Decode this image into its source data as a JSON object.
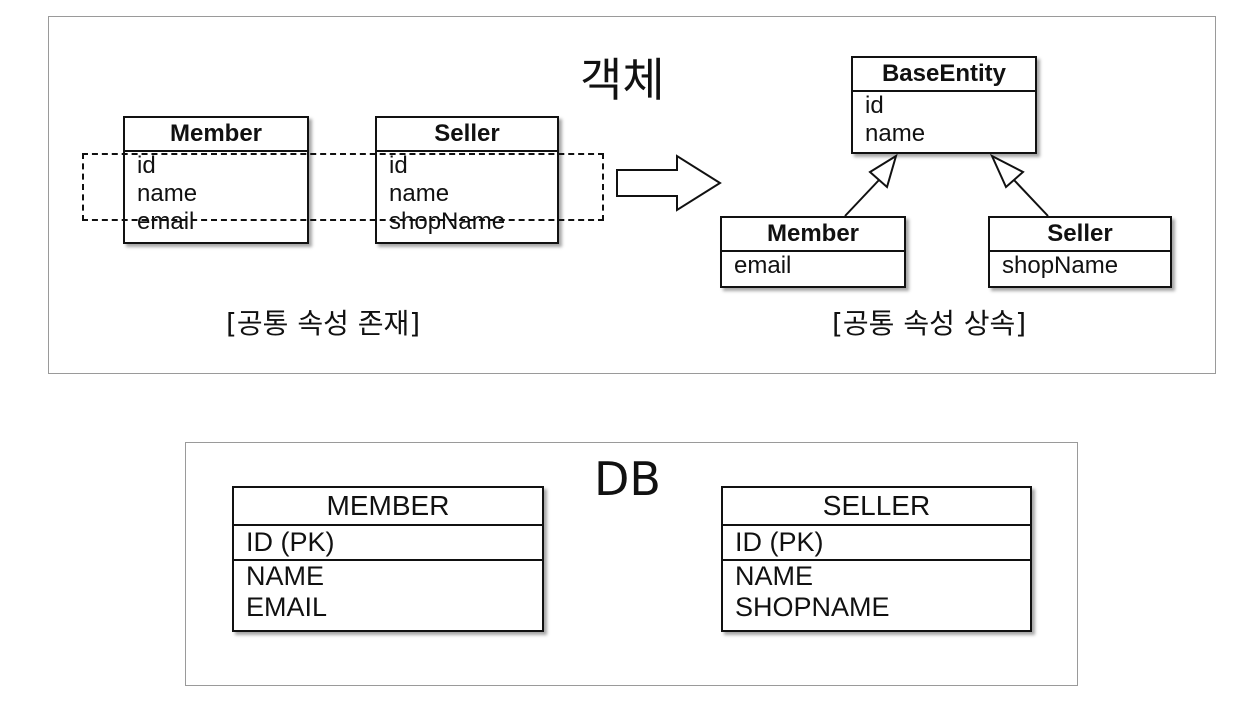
{
  "object_panel": {
    "title": "객체",
    "left": {
      "member": {
        "name": "Member",
        "fields": [
          "id",
          "name",
          "email"
        ]
      },
      "seller": {
        "name": "Seller",
        "fields": [
          "id",
          "name",
          "shopName"
        ]
      },
      "caption": "[공통 속성 존재]"
    },
    "right": {
      "base": {
        "name": "BaseEntity",
        "fields": [
          "id",
          "name"
        ]
      },
      "member": {
        "name": "Member",
        "fields": [
          "email"
        ]
      },
      "seller": {
        "name": "Seller",
        "fields": [
          "shopName"
        ]
      },
      "caption": "[공통 속성 상속]"
    }
  },
  "db_panel": {
    "title": "DB",
    "member_table": {
      "name": "MEMBER",
      "pk": "ID (PK)",
      "columns": [
        "NAME",
        "EMAIL"
      ]
    },
    "seller_table": {
      "name": "SELLER",
      "pk": "ID (PK)",
      "columns": [
        "NAME",
        "SHOPNAME"
      ]
    }
  }
}
